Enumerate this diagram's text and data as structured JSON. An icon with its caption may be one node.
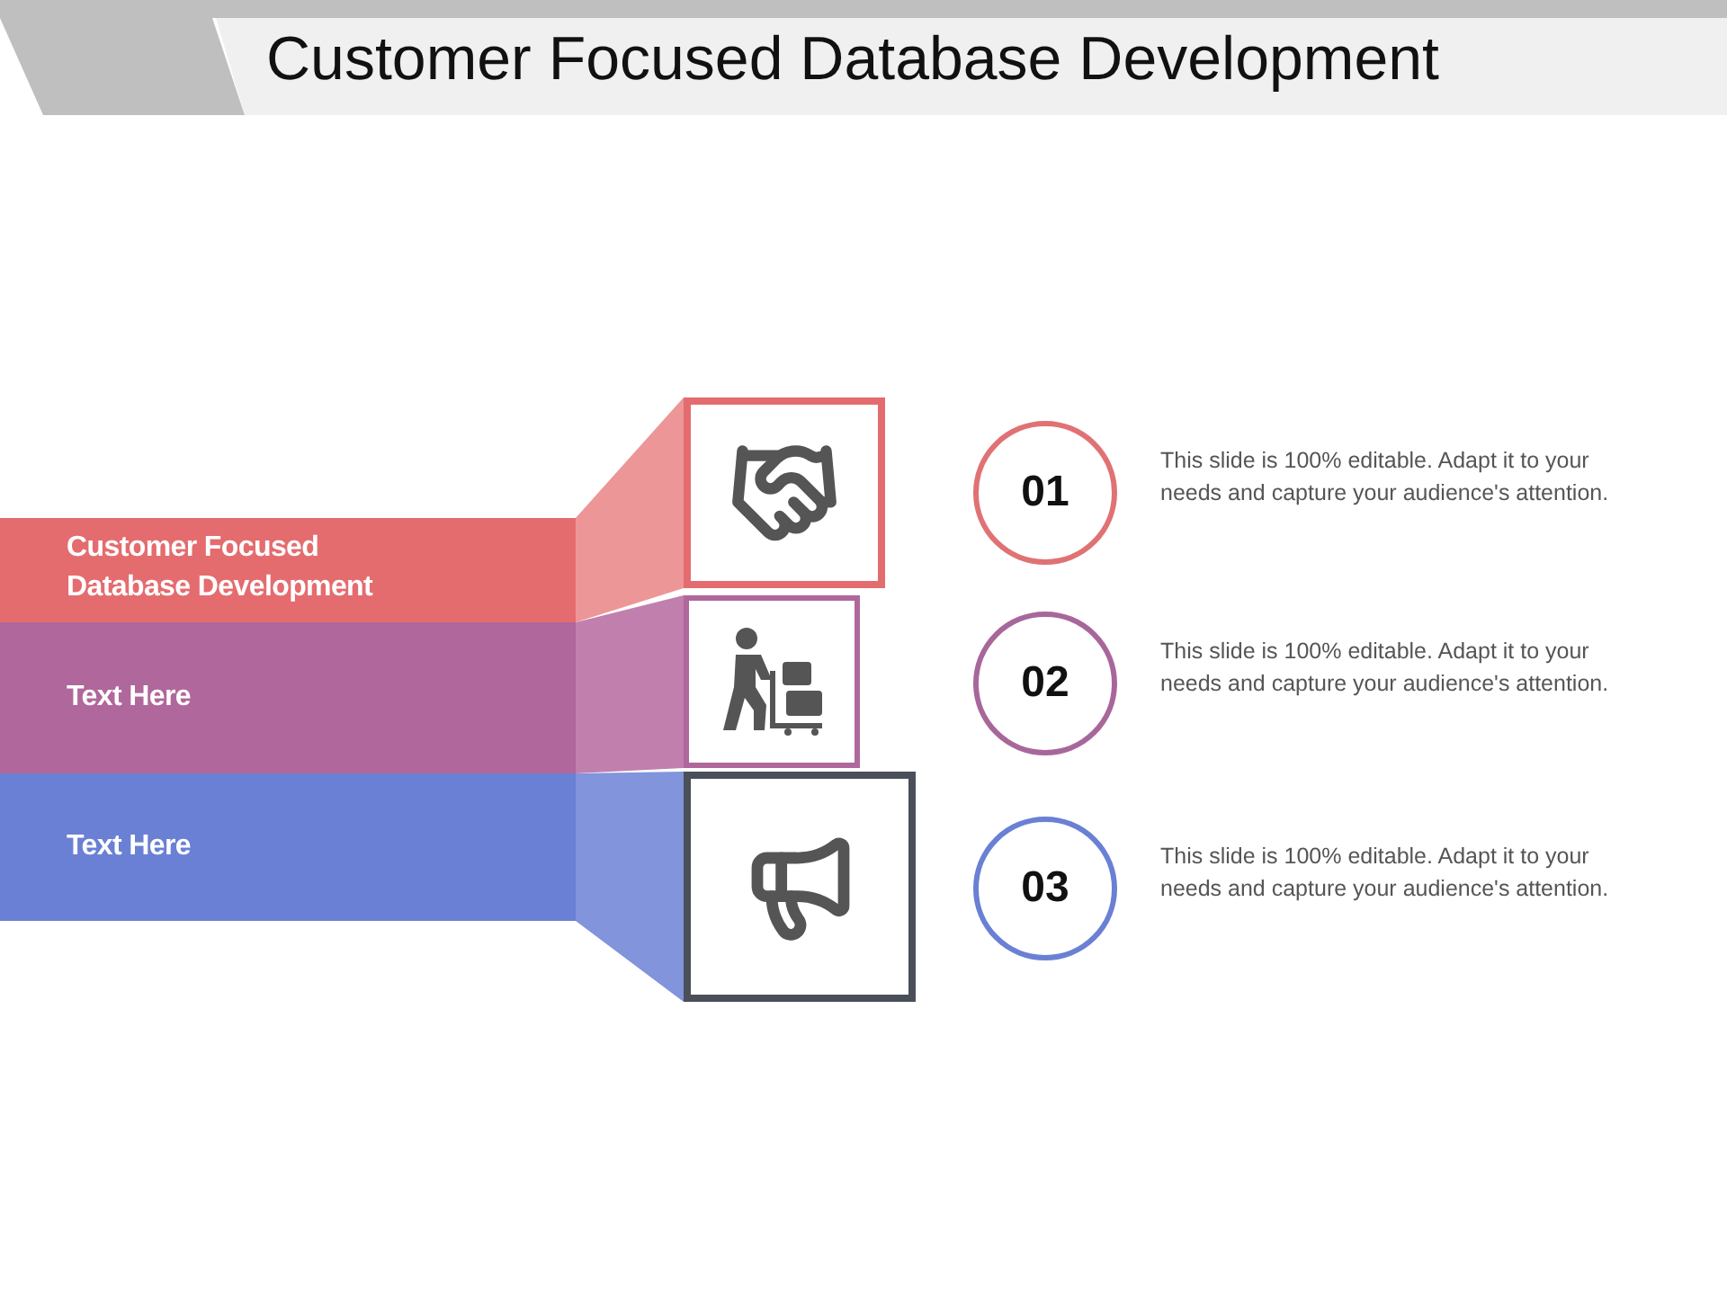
{
  "diagram": {
    "title": "Customer Focused Database Development",
    "nodes": [
      {
        "text": [
          "Customer Focused Database Development"
        ]
      },
      {
        "text": [
          "Text Here"
        ]
      },
      {
        "text": [
          "Text Here"
        ]
      },
      {
        "text": [],
        "shape": "box"
      },
      {
        "text": [],
        "shape": "box"
      },
      {
        "text": [],
        "shape": "box"
      },
      {
        "text": [
          "01"
        ],
        "beside": [
          "This slide is 100% editable. Adapt it to your needs and capture your audience's attention."
        ]
      },
      {
        "text": [
          "02"
        ],
        "beside": [
          "This slide is 100% editable. Adapt it to your needs and capture your audience's attention."
        ]
      },
      {
        "text": [
          "03"
        ],
        "beside": [
          "This slide is 100% editable. Adapt it to your needs and capture your audience's attention."
        ]
      }
    ]
  }
}
